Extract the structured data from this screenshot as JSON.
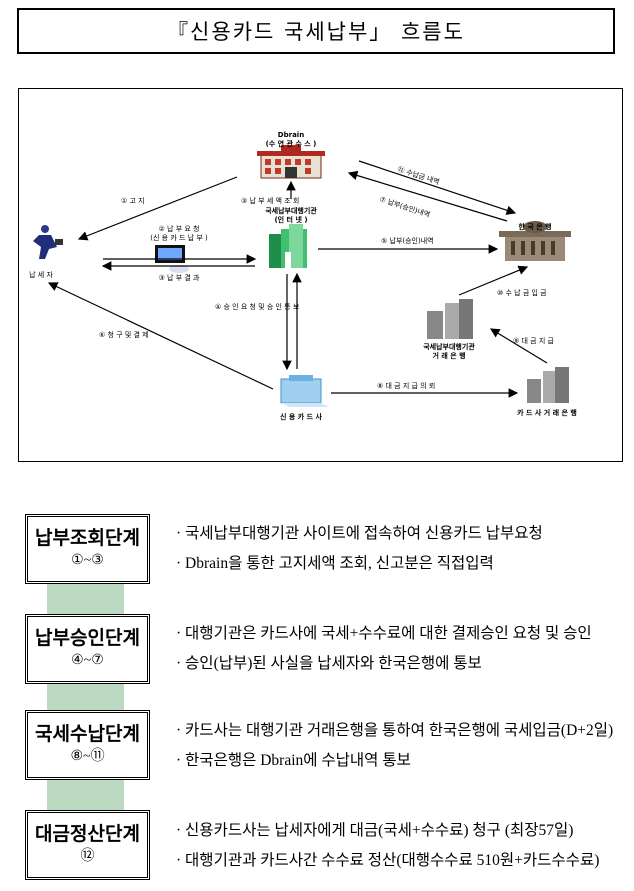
{
  "title": "『신용카드 국세납부」 흐름도",
  "diagram": {
    "nodes": {
      "dbrain_line1": "Dbrain",
      "dbrain_line2": "(수 연 관 수 스 )",
      "agency_line1": "국세납부대행기관",
      "agency_line2": "(인 터 넷 )",
      "taxpayer": "납 세 자",
      "bok": "한 국 은 행",
      "agency_bank_line1": "국세납부대행기관",
      "agency_bank_line2": "거 래 은 행",
      "card_company": "신 용 카 드 사",
      "card_bank": "카 드 사 거 래 은 행"
    },
    "arrows": {
      "a1": "① 고 지",
      "a2_line1": "② 납 부 요 청",
      "a2_line2": "(신 용 카 드 납 부 )",
      "a3": "③ 납 부 결 과",
      "a3_top": "③ 납 부 세 액 조 회",
      "a4": "④ 승 인 요 청 및 승 인 통 보",
      "a5": "⑤ 납부(승인)내역",
      "a6": "⑥ 청 구 및 결 제",
      "a7": "⑦ 납부(승인)내역",
      "a8": "⑧ 대 금 지 급 의 뢰",
      "a9": "⑨ 대 금 지 급",
      "a10": "⑩ 수 납 금 입 금",
      "a12": "⑫ 수납금 내역"
    }
  },
  "stages": [
    {
      "name": "납부조회단계",
      "range": "①~③",
      "lines": [
        "국세납부대행기관 사이트에 접속하여 신용카드 납부요청",
        "Dbrain을 통한 고지세액 조회, 신고분은 직접입력"
      ]
    },
    {
      "name": "납부승인단계",
      "range": "④~⑦",
      "lines": [
        "대행기관은 카드사에 국세+수수료에 대한 결제승인 요청 및 승인",
        "승인(납부)된 사실을 납세자와 한국은행에 통보"
      ]
    },
    {
      "name": "국세수납단계",
      "range": "⑧~⑪",
      "lines": [
        "카드사는 대행기관 거래은행을 통하여 한국은행에 국세입금(D+2일)",
        "한국은행은 Dbrain에 수납내역 통보"
      ]
    },
    {
      "name": "대금정산단계",
      "range": "⑫",
      "lines": [
        "신용카드사는 납세자에게 대금(국세+수수료) 청구 (최장57일)",
        "대행기관과 카드사간 수수료 정산(대행수수료 510원+카드수수료)"
      ]
    }
  ]
}
